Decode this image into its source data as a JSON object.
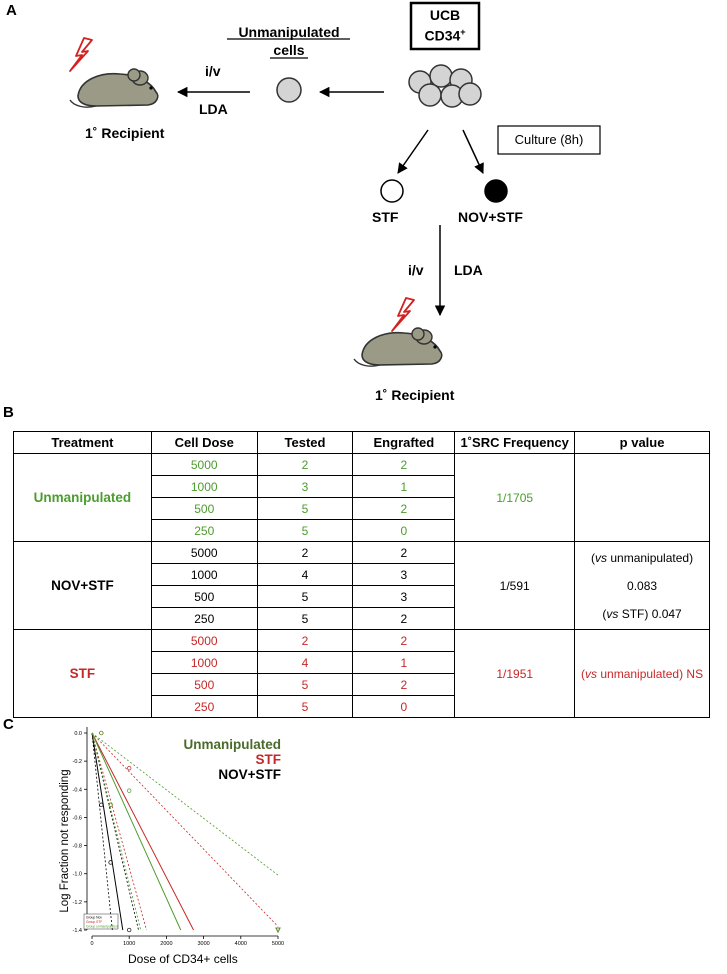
{
  "panelA": {
    "letter": "A",
    "ucb_line1": "UCB",
    "ucb_line2": "CD34",
    "ucb_sup": "+",
    "unmanipulated_line1": "Unmanipulated",
    "unmanipulated_line2": "cells",
    "iv_top": "i/v",
    "lda_top": "LDA",
    "recipient_top": "1˚ Recipient",
    "culture": "Culture (8h)",
    "stf": "STF",
    "novstf": "NOV+STF",
    "iv_bottom": "i/v",
    "lda_bottom": "LDA",
    "recipient_bottom": "1˚ Recipient",
    "colors": {
      "mouse": "#9a9a86",
      "lightning": "#d32020"
    }
  },
  "panelB": {
    "letter": "B",
    "headers": [
      "Treatment",
      "Cell Dose",
      "Tested",
      "Engrafted",
      "1˚SRC Frequency",
      "p value"
    ],
    "groups": [
      {
        "name": "Unmanipulated",
        "color": "#4c9c2e",
        "frequency": "1/1705",
        "rows": [
          [
            "5000",
            "2",
            "2"
          ],
          [
            "1000",
            "3",
            "1"
          ],
          [
            "500",
            "5",
            "2"
          ],
          [
            "250",
            "5",
            "0"
          ]
        ]
      },
      {
        "name": "NOV+STF",
        "color": "#000000",
        "frequency": "1/591",
        "p1_prefix": "(",
        "p1_vs": "vs",
        "p1_rest": " unmanipulated)  0.083",
        "p2_prefix": "(",
        "p2_vs": "vs",
        "p2_rest": " STF)  0.047",
        "rows": [
          [
            "5000",
            "2",
            "2"
          ],
          [
            "1000",
            "4",
            "3"
          ],
          [
            "500",
            "5",
            "3"
          ],
          [
            "250",
            "5",
            "2"
          ]
        ]
      },
      {
        "name": "STF",
        "color": "#c62828",
        "frequency": "1/1951",
        "p1_prefix": "(",
        "p1_vs": "vs",
        "p1_rest": " unmanipulated)  NS",
        "rows": [
          [
            "5000",
            "2",
            "2"
          ],
          [
            "1000",
            "4",
            "1"
          ],
          [
            "500",
            "5",
            "2"
          ],
          [
            "250",
            "5",
            "0"
          ]
        ]
      }
    ]
  },
  "panelC": {
    "letter": "C",
    "chart_data": {
      "type": "line",
      "xlabel": "Dose of CD34+ cells",
      "ylabel": "Log Fraction not responding",
      "xlim": [
        0,
        5000
      ],
      "ylim": [
        -1.4,
        0.0
      ],
      "x_ticks": [
        "0",
        "1000",
        "2000",
        "3000",
        "4000",
        "5000"
      ],
      "y_ticks": [
        "0.0",
        "-0.2",
        "-0.4",
        "-0.6",
        "-0.8",
        "-1.0",
        "-1.2",
        "-1.4"
      ],
      "legend_labels": [
        "Unmanipulated",
        "STF",
        "NOV+STF"
      ],
      "legend_colors": [
        "#4a6b2a",
        "#c62828",
        "#000000"
      ],
      "inner_legend": [
        "Group Nov",
        "Group STF",
        "Group unmanipulated"
      ],
      "series": [
        {
          "name": "NOV+STF",
          "color": "#000000",
          "slope": -0.001692,
          "lower": -0.00112,
          "upper": -0.00256,
          "points": [
            [
              250,
              -0.51
            ],
            [
              500,
              -0.92
            ],
            [
              1000,
              -1.4
            ],
            [
              5000,
              -1.4
            ]
          ]
        },
        {
          "name": "STF",
          "color": "#c62828",
          "slope": -0.000513,
          "lower": -0.000275,
          "upper": -0.000956,
          "points": [
            [
              250,
              0.0
            ],
            [
              500,
              -0.51
            ],
            [
              1000,
              -0.25
            ],
            [
              5000,
              -1.4
            ]
          ]
        },
        {
          "name": "Unmanipulated",
          "color": "#4c9c2e",
          "slope": -0.000587,
          "lower": -0.000202,
          "upper": -0.00107,
          "points": [
            [
              250,
              0.0
            ],
            [
              500,
              -0.51
            ],
            [
              1000,
              -0.41
            ],
            [
              5000,
              -1.4
            ]
          ]
        }
      ]
    }
  }
}
